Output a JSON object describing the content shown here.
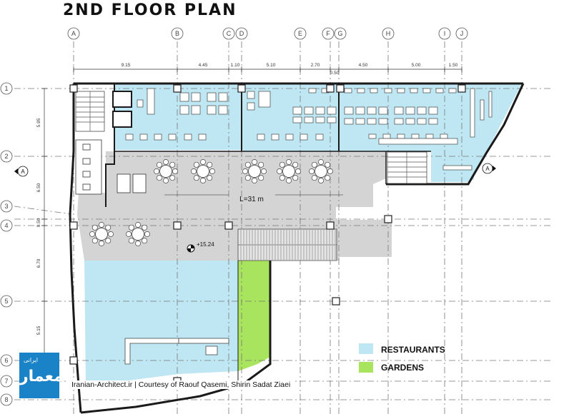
{
  "title": "2ND FLOOR PLAN",
  "grid": {
    "columns": [
      "A",
      "B",
      "C",
      "D",
      "E",
      "F",
      "G",
      "H",
      "I",
      "J"
    ],
    "rows": [
      "1",
      "2",
      "3",
      "4",
      "5",
      "6",
      "7",
      "8"
    ],
    "top_dimensions": [
      "9.15",
      "4.45",
      "1.10",
      "5.10",
      "2.70",
      "4.50",
      "5.00",
      "1.50"
    ],
    "small_dimension": "0.50",
    "left_dimensions": [
      "5.95",
      "6.50",
      "0.50",
      "6.70",
      "5.15"
    ]
  },
  "annotations": {
    "corridor_length": "L=31 m",
    "elevation": "+15.24",
    "section_marker": "A"
  },
  "legend": [
    {
      "label": "RESTAURANTS",
      "color": "#bfe7f3"
    },
    {
      "label": "GARDENS",
      "color": "#a9e45e"
    }
  ],
  "colors": {
    "restaurant": "#bfe7f3",
    "garden": "#a9e45e",
    "corridor": "#d4d4d4",
    "wall": "#1a1a1a",
    "grid": "#777777"
  },
  "credit": "Iranian-Architect.ir | Courtesy of Raouf Qasemi, Shirin Sadat Ziaei",
  "logo": {
    "main": "معمار",
    "sub": "ایرانی"
  }
}
